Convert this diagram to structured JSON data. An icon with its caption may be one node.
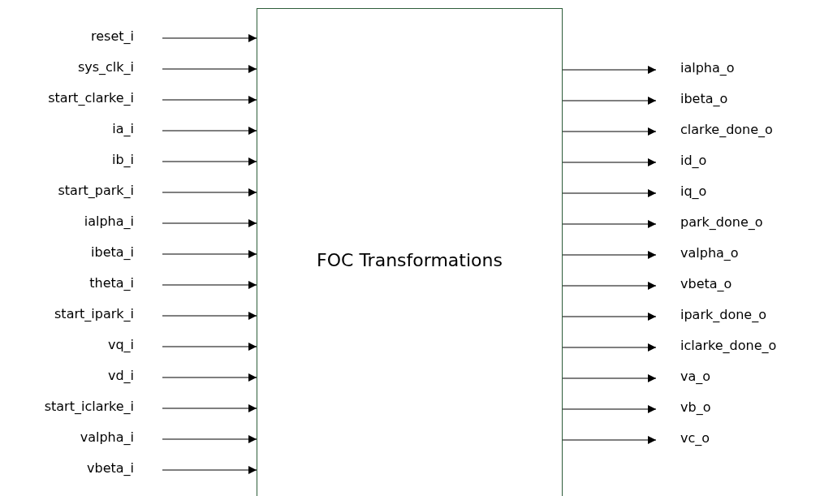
{
  "diagram": {
    "nodes": [
      {
        "text": [
          "FOC Transformations"
        ]
      },
      {
        "text": [
          "reset_i"
        ]
      },
      {
        "text": [
          "sys_clk_i"
        ]
      },
      {
        "text": [
          "start_clarke_i"
        ]
      },
      {
        "text": [
          "ia_i"
        ]
      },
      {
        "text": [
          "ib_i"
        ]
      },
      {
        "text": [
          "start_park_i"
        ]
      },
      {
        "text": [
          "ialpha_i"
        ]
      },
      {
        "text": [
          "ibeta_i"
        ]
      },
      {
        "text": [
          "theta_i"
        ]
      },
      {
        "text": [
          "start_ipark_i"
        ]
      },
      {
        "text": [
          "vq_i"
        ]
      },
      {
        "text": [
          "vd_i"
        ]
      },
      {
        "text": [
          "start_iclarke_i"
        ]
      },
      {
        "text": [
          "valpha_i"
        ]
      },
      {
        "text": [
          "vbeta_i"
        ]
      },
      {
        "text": [
          "ialpha_o"
        ]
      },
      {
        "text": [
          "ibeta_o"
        ]
      },
      {
        "text": [
          "clarke_done_o"
        ]
      },
      {
        "text": [
          "id_o"
        ]
      },
      {
        "text": [
          "iq_o"
        ]
      },
      {
        "text": [
          "park_done_o"
        ]
      },
      {
        "text": [
          "valpha_o"
        ]
      },
      {
        "text": [
          "vbeta_o"
        ]
      },
      {
        "text": [
          "ipark_done_o"
        ]
      },
      {
        "text": [
          "iclarke_done_o"
        ]
      },
      {
        "text": [
          "va_o"
        ]
      },
      {
        "text": [
          "vb_o"
        ]
      },
      {
        "text": [
          "vc_o"
        ]
      }
    ],
    "edges": [
      {
        "from": 1,
        "to": 0,
        "arrow": "to"
      },
      {
        "from": 2,
        "to": 0,
        "arrow": "to"
      },
      {
        "from": 3,
        "to": 0,
        "arrow": "to"
      },
      {
        "from": 4,
        "to": 0,
        "arrow": "to"
      },
      {
        "from": 5,
        "to": 0,
        "arrow": "to"
      },
      {
        "from": 6,
        "to": 0,
        "arrow": "to"
      },
      {
        "from": 7,
        "to": 0,
        "arrow": "to"
      },
      {
        "from": 8,
        "to": 0,
        "arrow": "to"
      },
      {
        "from": 9,
        "to": 0,
        "arrow": "to"
      },
      {
        "from": 10,
        "to": 0,
        "arrow": "to"
      },
      {
        "from": 11,
        "to": 0,
        "arrow": "to"
      },
      {
        "from": 12,
        "to": 0,
        "arrow": "to"
      },
      {
        "from": 13,
        "to": 0,
        "arrow": "to"
      },
      {
        "from": 14,
        "to": 0,
        "arrow": "to"
      },
      {
        "from": 15,
        "to": 0,
        "arrow": "to"
      },
      {
        "from": 0,
        "to": 16,
        "arrow": "to"
      },
      {
        "from": 0,
        "to": 17,
        "arrow": "to"
      },
      {
        "from": 0,
        "to": 18,
        "arrow": "to"
      },
      {
        "from": 0,
        "to": 19,
        "arrow": "to"
      },
      {
        "from": 0,
        "to": 20,
        "arrow": "to"
      },
      {
        "from": 0,
        "to": 21,
        "arrow": "to"
      },
      {
        "from": 0,
        "to": 22,
        "arrow": "to"
      },
      {
        "from": 0,
        "to": 23,
        "arrow": "to"
      },
      {
        "from": 0,
        "to": 24,
        "arrow": "to"
      },
      {
        "from": 0,
        "to": 25,
        "arrow": "to"
      },
      {
        "from": 0,
        "to": 26,
        "arrow": "to"
      },
      {
        "from": 0,
        "to": 27,
        "arrow": "to"
      },
      {
        "from": 0,
        "to": 28,
        "arrow": "to"
      }
    ]
  }
}
